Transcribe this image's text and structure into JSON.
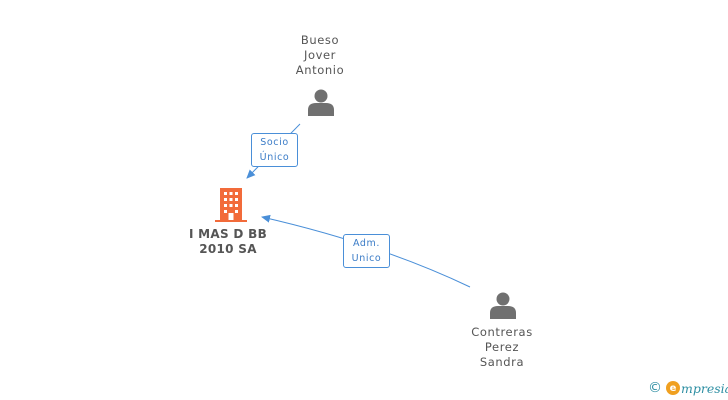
{
  "nodes": {
    "person_top": {
      "lines": [
        "Bueso",
        "Jover",
        "Antonio"
      ],
      "icon": "person-icon"
    },
    "company": {
      "lines": [
        "I MAS D BB",
        "2010 SA"
      ],
      "icon": "building-icon"
    },
    "person_bottom": {
      "lines": [
        "Contreras",
        "Perez",
        "Sandra"
      ],
      "icon": "person-icon"
    }
  },
  "edges": {
    "socio_unico": {
      "lines": [
        "Socio",
        "Único"
      ]
    },
    "adm_unico": {
      "lines": [
        "Adm.",
        "Unico"
      ]
    }
  },
  "colors": {
    "edge": "#4a8fd8",
    "company_icon": "#f26b3a",
    "person_icon": "#707070",
    "brand": "#2e8fa3",
    "brand_mark": "#f0a020"
  },
  "footer": {
    "copyright_symbol": "©",
    "brand_initial": "e",
    "brand_name": "mpresia"
  }
}
